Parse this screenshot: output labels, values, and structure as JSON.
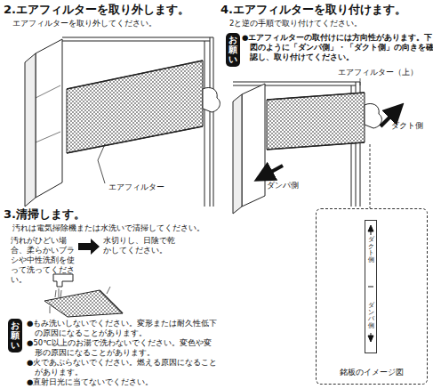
{
  "diagram": {
    "nodes": [
      {
        "text": [
          "お願い"
        ]
      },
      {
        "text": [
          "お願い"
        ]
      },
      {
        "text": [
          "銘板のイメージ図"
        ]
      },
      {
        "text": [
          "ダクト側",
          "ダンパ側"
        ],
        "in": 2
      }
    ],
    "labels": [
      "2.エアフィルターを取り外します。",
      "エアフィルターを取り外してください。",
      "エアフィルター",
      "3.清掃します。",
      "汚れは電気掃除機または水洗いで清掃してください。",
      "汚れがひどい場合、柔らかいブラシや中性洗剤を使って洗ってください。",
      "水切りし、日陰で乾かしてください。",
      "●もみ洗いしないでください。変形または耐久性低下の原因になることがあります。",
      "●50℃以上のお湯で洗わないでください。変色や変形の原因になることがあります。",
      "●火であぶらないでください。燃える原因になることがあります。",
      "●直射日光に当てないでください。",
      "4.エアフィルターを取り付けます。",
      "2と逆の手順で取り付けてください。",
      "●エアフィルターの取付けには方向性があります。下図のように「ダンパ側」・「ダクト側」の向きを確認し、取り付けてください。",
      "エアフィルター（上）",
      "ダクト側",
      "ダンパ側"
    ]
  }
}
